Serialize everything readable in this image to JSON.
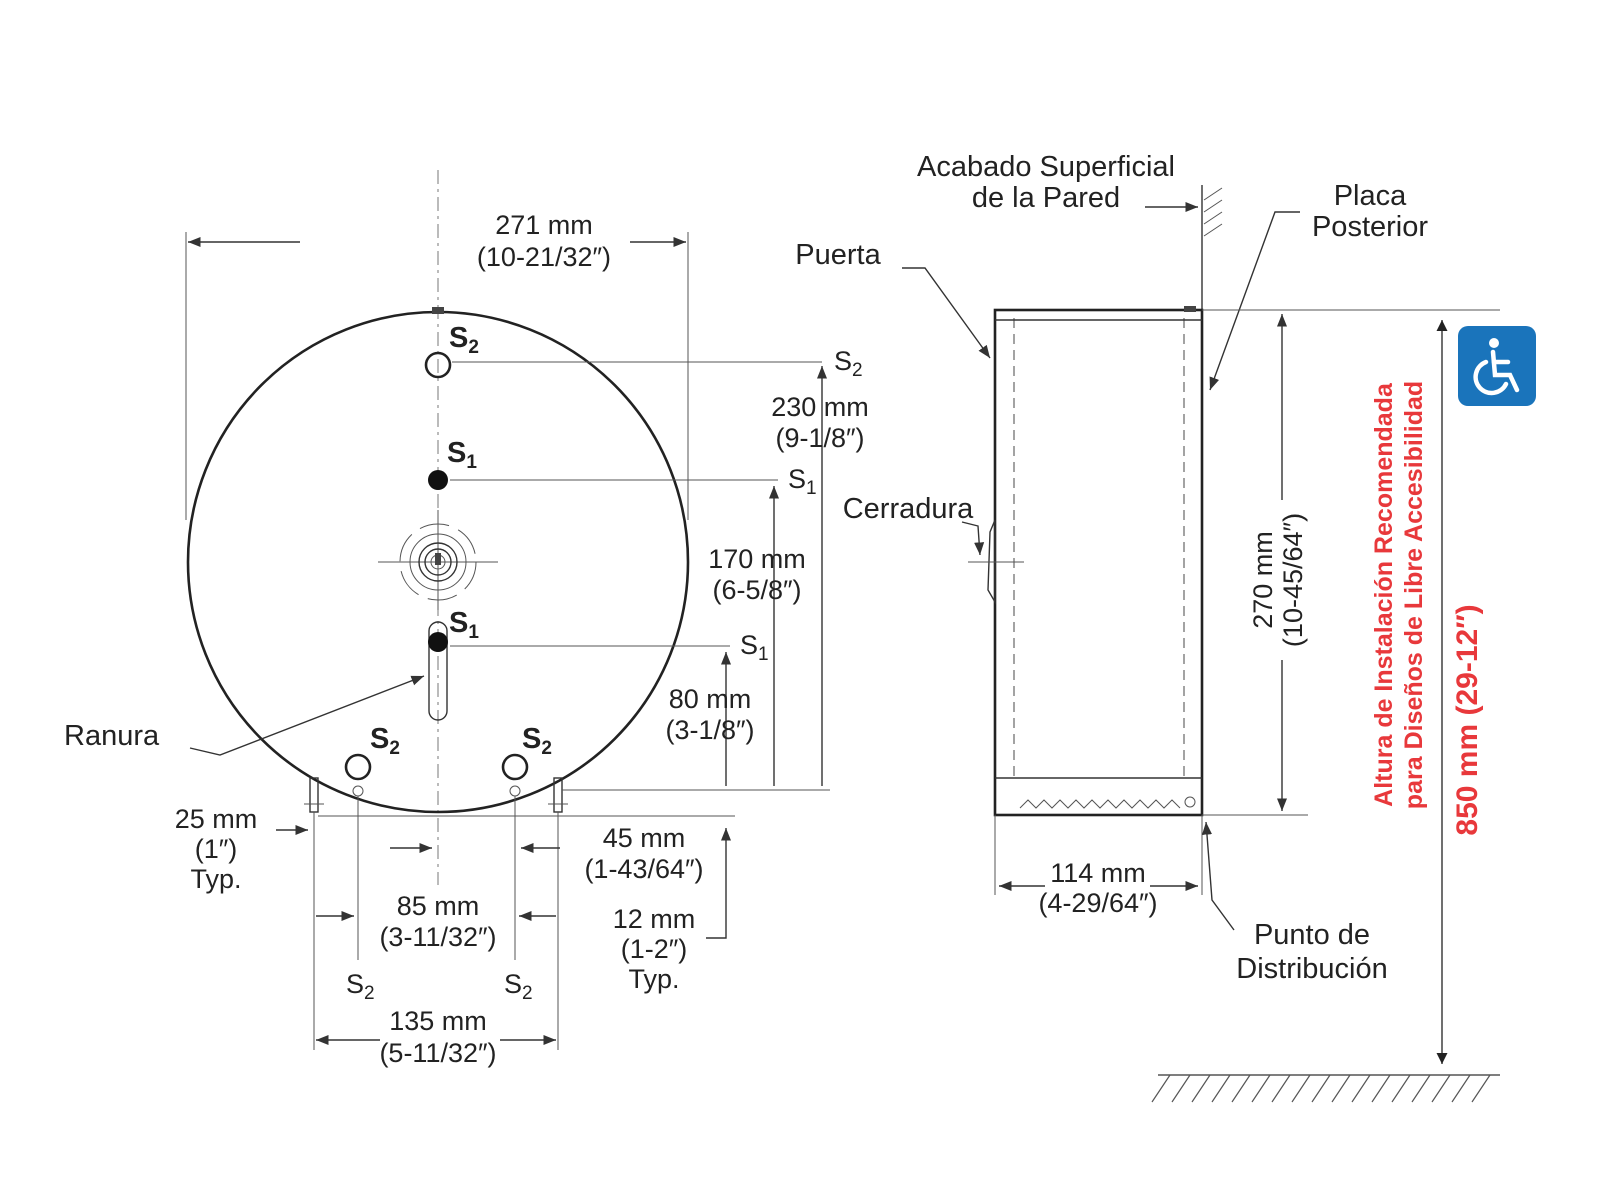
{
  "front_view": {
    "width_dim": {
      "mm": "271 mm",
      "in": "(10-21/32″)"
    },
    "hole_labels": {
      "s1": "S",
      "s1_sub": "1",
      "s2": "S",
      "s2_sub": "2"
    },
    "dim_230": {
      "mm": "230 mm",
      "in": "(9-1/8″)"
    },
    "dim_170": {
      "mm": "170 mm",
      "in": "(6-5/8″)"
    },
    "dim_80": {
      "mm": "80 mm",
      "in": "(3-1/8″)"
    },
    "dim_25": {
      "mm": "25 mm",
      "in": "(1″)",
      "note": "Typ."
    },
    "dim_45": {
      "mm": "45 mm",
      "in": "(1-43/64″)"
    },
    "dim_85": {
      "mm": "85 mm",
      "in": "(3-11/32″)"
    },
    "dim_12": {
      "mm": "12 mm",
      "in": "(1-2″)",
      "note": "Typ."
    },
    "dim_135": {
      "mm": "135 mm",
      "in": "(5-11/32″)"
    },
    "slot_label": "Ranura"
  },
  "side_view": {
    "wall_label": {
      "line1": "Acabado Superficial",
      "line2": "de la Pared"
    },
    "back_plate_label": {
      "line1": "Placa",
      "line2": "Posterior"
    },
    "door_label": "Puerta",
    "lock_label": "Cerradura",
    "dim_270": {
      "mm": "270 mm",
      "in": "(10-45/64″)"
    },
    "dim_114": {
      "mm": "114 mm",
      "in": "(4-29/64″)"
    },
    "dispense_label": {
      "line1": "Punto de",
      "line2": "Distribución"
    }
  },
  "mounting": {
    "height_dim": "850 mm (29-12″)",
    "note_line1": "Altura de Instalación Recomendada",
    "note_line2": "para Diseños de Libre Accesibilidad",
    "accent_color": "#e8383b",
    "badge_color": "#1a74bb",
    "badge_icon": "wheelchair-accessibility-icon"
  }
}
